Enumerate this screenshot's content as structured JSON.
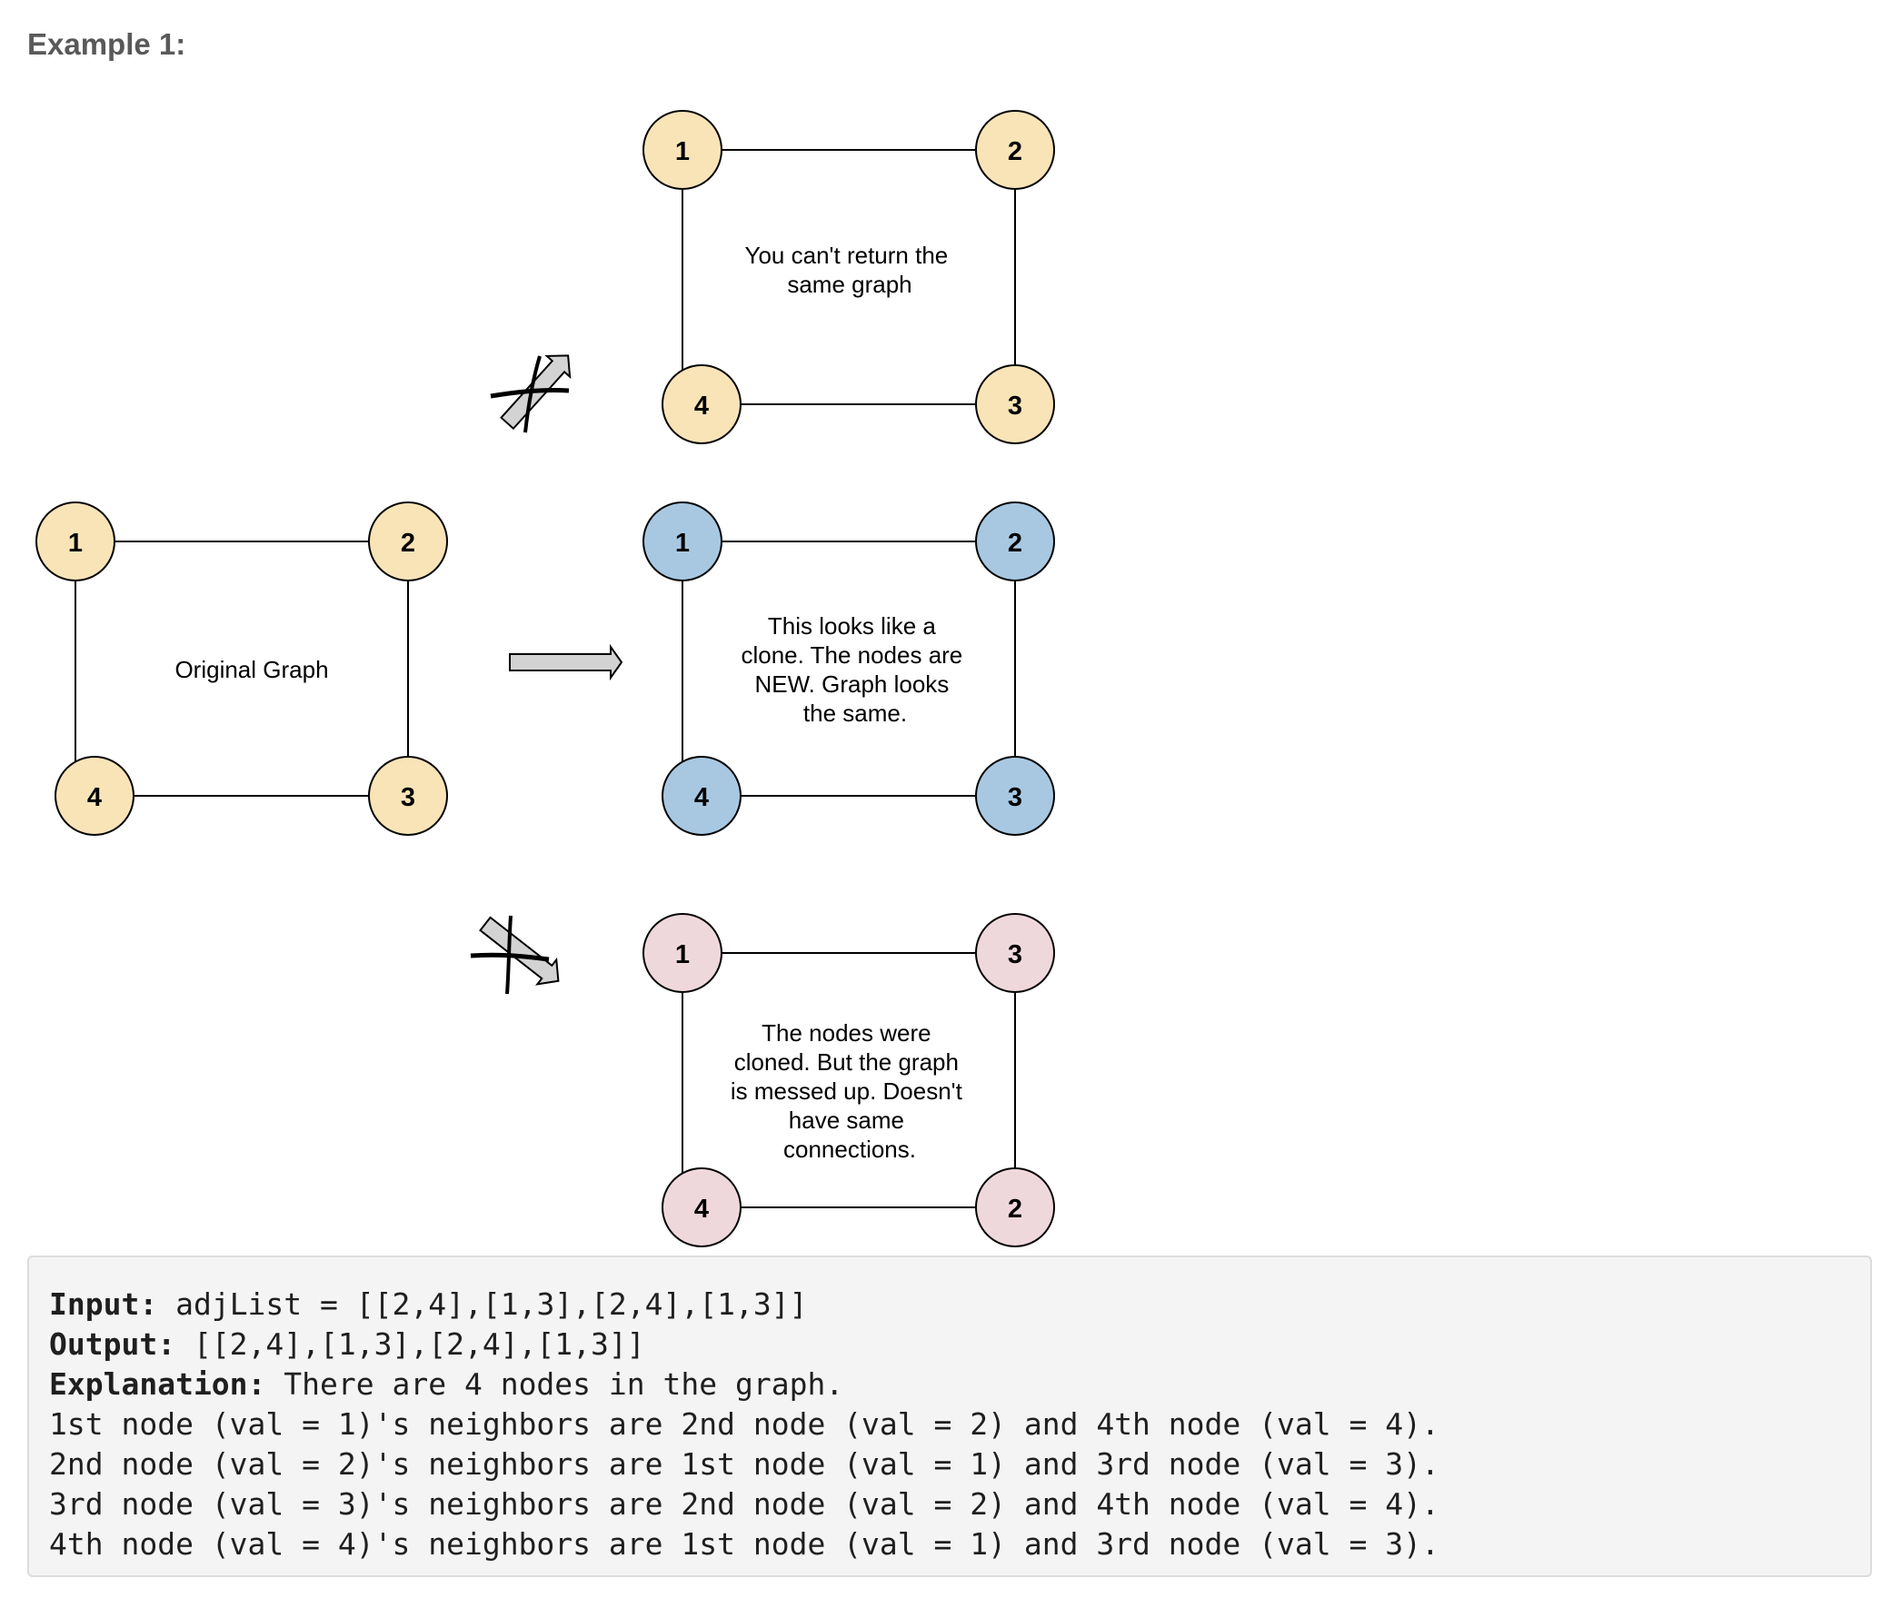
{
  "heading": "Example 1:",
  "graphs": [
    {
      "id": "original",
      "caption": [
        "Original Graph"
      ],
      "fill": "#f9e4b8",
      "labels": [
        "1",
        "2",
        "3",
        "4"
      ]
    },
    {
      "id": "same",
      "caption": [
        "You can't return the",
        "same graph"
      ],
      "fill": "#f9e4b8",
      "labels": [
        "1",
        "2",
        "3",
        "4"
      ]
    },
    {
      "id": "clone",
      "caption": [
        "This looks like a",
        "clone. The nodes are",
        "NEW. Graph looks",
        "the same."
      ],
      "fill": "#a8c8e2",
      "labels": [
        "1",
        "2",
        "3",
        "4"
      ]
    },
    {
      "id": "wrong",
      "caption": [
        "The nodes were",
        "cloned. But the graph",
        "is messed up. Doesn't",
        "have same",
        "connections."
      ],
      "fill": "#efd8dc",
      "labels": [
        "1",
        "3",
        "2",
        "4"
      ]
    }
  ],
  "colors": {
    "arrow_fill": "#d3d3d3",
    "code_bg": "#f4f4f4",
    "heading": "#595959"
  },
  "code": {
    "input_label": "Input:",
    "input_value": " adjList = [[2,4],[1,3],[2,4],[1,3]]",
    "output_label": "Output:",
    "output_value": " [[2,4],[1,3],[2,4],[1,3]]",
    "explanation_label": "Explanation:",
    "explanation_value": " There are 4 nodes in the graph.",
    "lines": [
      "1st node (val = 1)'s neighbors are 2nd node (val = 2) and 4th node (val = 4).",
      "2nd node (val = 2)'s neighbors are 1st node (val = 1) and 3rd node (val = 3).",
      "3rd node (val = 3)'s neighbors are 2nd node (val = 2) and 4th node (val = 4).",
      "4th node (val = 4)'s neighbors are 1st node (val = 1) and 3rd node (val = 3)."
    ]
  }
}
